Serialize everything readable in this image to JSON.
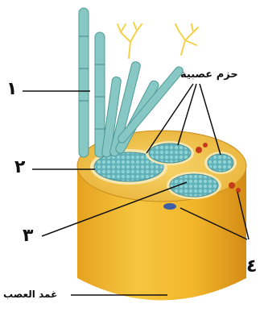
{
  "labels": {
    "one": "١",
    "two": "٢",
    "three": "٣",
    "four": "٤",
    "bundles": "حزم عصبية",
    "sheath": "غمد العصب"
  },
  "colors": {
    "cylinder_top": "#f0c24a",
    "cylinder_side": "#f3bb2a",
    "cylinder_shadow": "#d9961b",
    "bundle_fill": "#6dbdc4",
    "bundle_sheath": "#f6e6b0",
    "fiber": "#88c8c4",
    "dendrite": "#f2d34a",
    "blood_vessel": "#c43a1a",
    "vein": "#3c5fa5",
    "line": "#111111"
  }
}
